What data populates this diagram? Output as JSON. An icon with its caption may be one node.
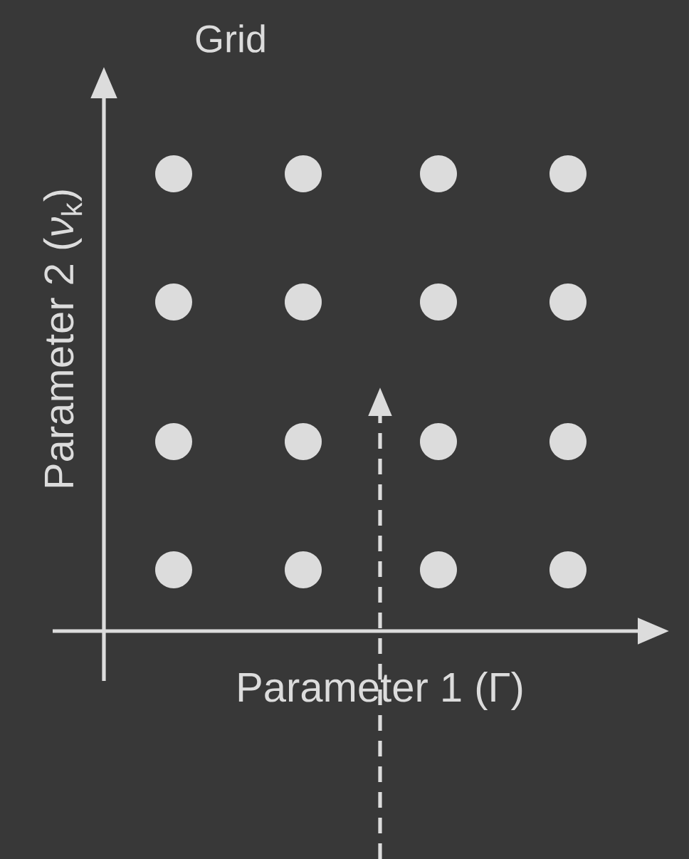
{
  "diagram": {
    "title": "Grid",
    "labels": [
      "Parameter 2 (*ν*$_{k}$)",
      "Parameter 1 (Γ)"
    ]
  }
}
